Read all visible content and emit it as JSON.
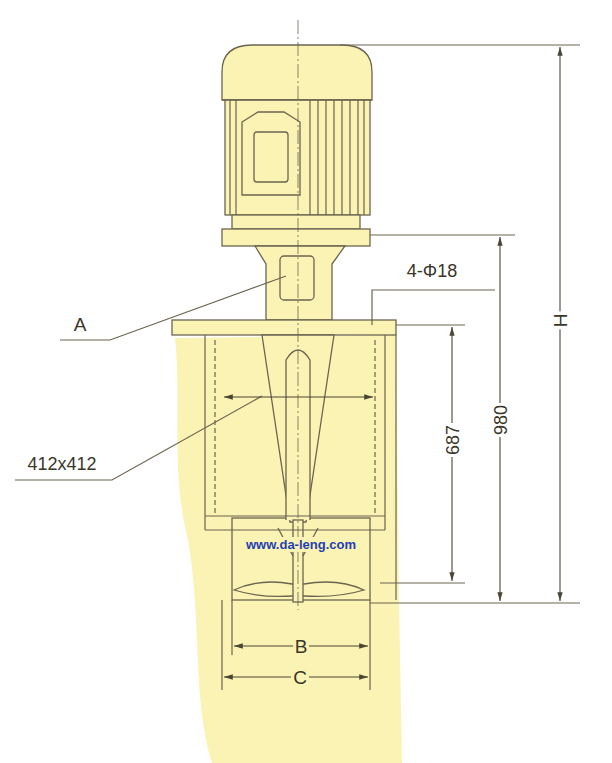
{
  "diagram": {
    "labels": [
      "H",
      "4-Φ18",
      "A",
      "980",
      "687",
      "412x412",
      "www.da-leng.com",
      "B",
      "C"
    ]
  }
}
